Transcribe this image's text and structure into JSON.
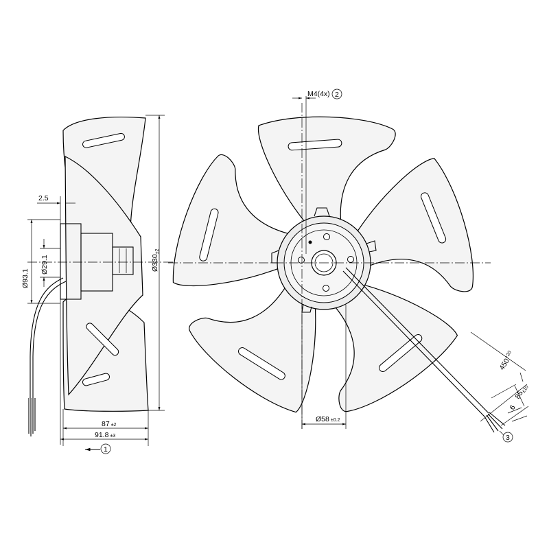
{
  "dimensions": {
    "offset_small": "2.5",
    "diameter_93": "Ø93.1",
    "diameter_29": "Ø29.1",
    "diameter_330": "Ø330",
    "diameter_330_tol": "±2",
    "depth_87": "87",
    "depth_87_tol": "±2",
    "depth_91": "91.8",
    "depth_91_tol": "±3",
    "thread": "M4(4x)",
    "hub_diameter": "Ø58",
    "hub_diameter_tol": "±0.2",
    "cable_length": "450",
    "cable_length_tol": "+20",
    "strip_length": "85",
    "strip_length_tol": "±10",
    "wire_end": "6"
  },
  "callouts": {
    "airflow_direction": "1",
    "thread_note": "2",
    "wire_note": "3"
  }
}
